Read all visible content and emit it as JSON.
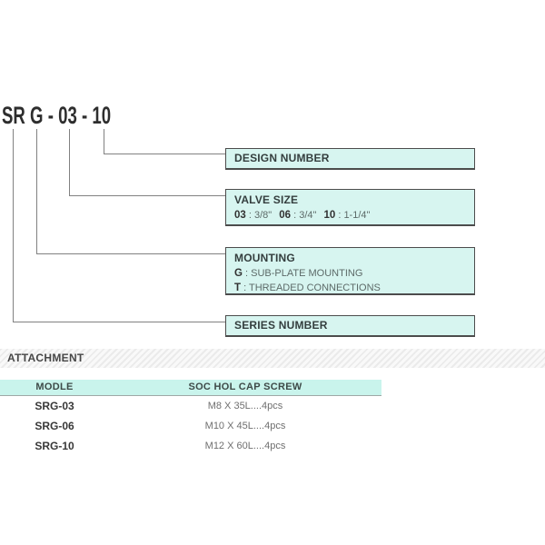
{
  "colors": {
    "callout_fill": "#d7f5f0",
    "callout_border": "#4c4c4c",
    "table_header_fill": "#c9f4ec",
    "connector_line": "#818181",
    "attachment_bar_stripe": "#ebebeb"
  },
  "model_code": {
    "title": "SR G - 03 - 10",
    "design": {
      "title": "DESIGN NUMBER"
    },
    "valve": {
      "title": "VALVE SIZE",
      "sep": " : ",
      "sizes": [
        {
          "code": "03",
          "desc": "3/8\""
        },
        {
          "code": "06",
          "desc": "3/4\""
        },
        {
          "code": "10",
          "desc": "1-1/4\""
        }
      ]
    },
    "mounting": {
      "title": "MOUNTING",
      "sep": " : ",
      "options": [
        {
          "key": "G",
          "desc": "SUB-PLATE MOUNTING"
        },
        {
          "key": "T",
          "desc": "THREADED CONNECTIONS"
        }
      ]
    },
    "series": {
      "title": "SERIES NUMBER"
    }
  },
  "attachment": {
    "title": "ATTACHMENT",
    "table": {
      "headers": [
        "MODLE",
        "SOC HOL CAP SCREW"
      ],
      "rows": [
        {
          "model": "SRG-03",
          "screw": "M8 X 35L....4pcs"
        },
        {
          "model": "SRG-06",
          "screw": "M10 X 45L....4pcs"
        },
        {
          "model": "SRG-10",
          "screw": "M12 X 60L....4pcs"
        }
      ]
    }
  }
}
